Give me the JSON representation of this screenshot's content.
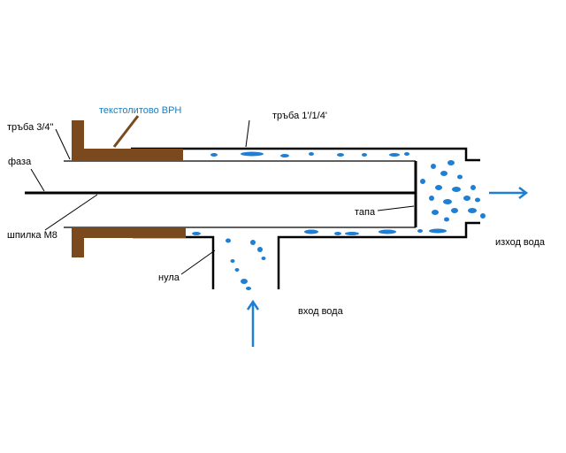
{
  "colors": {
    "background": "#ffffff",
    "line": "#000000",
    "insulator": "#7a4a1e",
    "water": "#1f7fd4",
    "accent_label": "#1a7fc0"
  },
  "labels": {
    "insulator": "текстолитово ВРН",
    "pipe_small": "тръба 3/4\"",
    "pipe_large": "тръба 1'/1/4'",
    "phase": "фаза",
    "stud": "шпилка М8",
    "plug": "тапа",
    "neutral": "нула",
    "water_in": "вход вода",
    "water_out": "изход вода"
  }
}
